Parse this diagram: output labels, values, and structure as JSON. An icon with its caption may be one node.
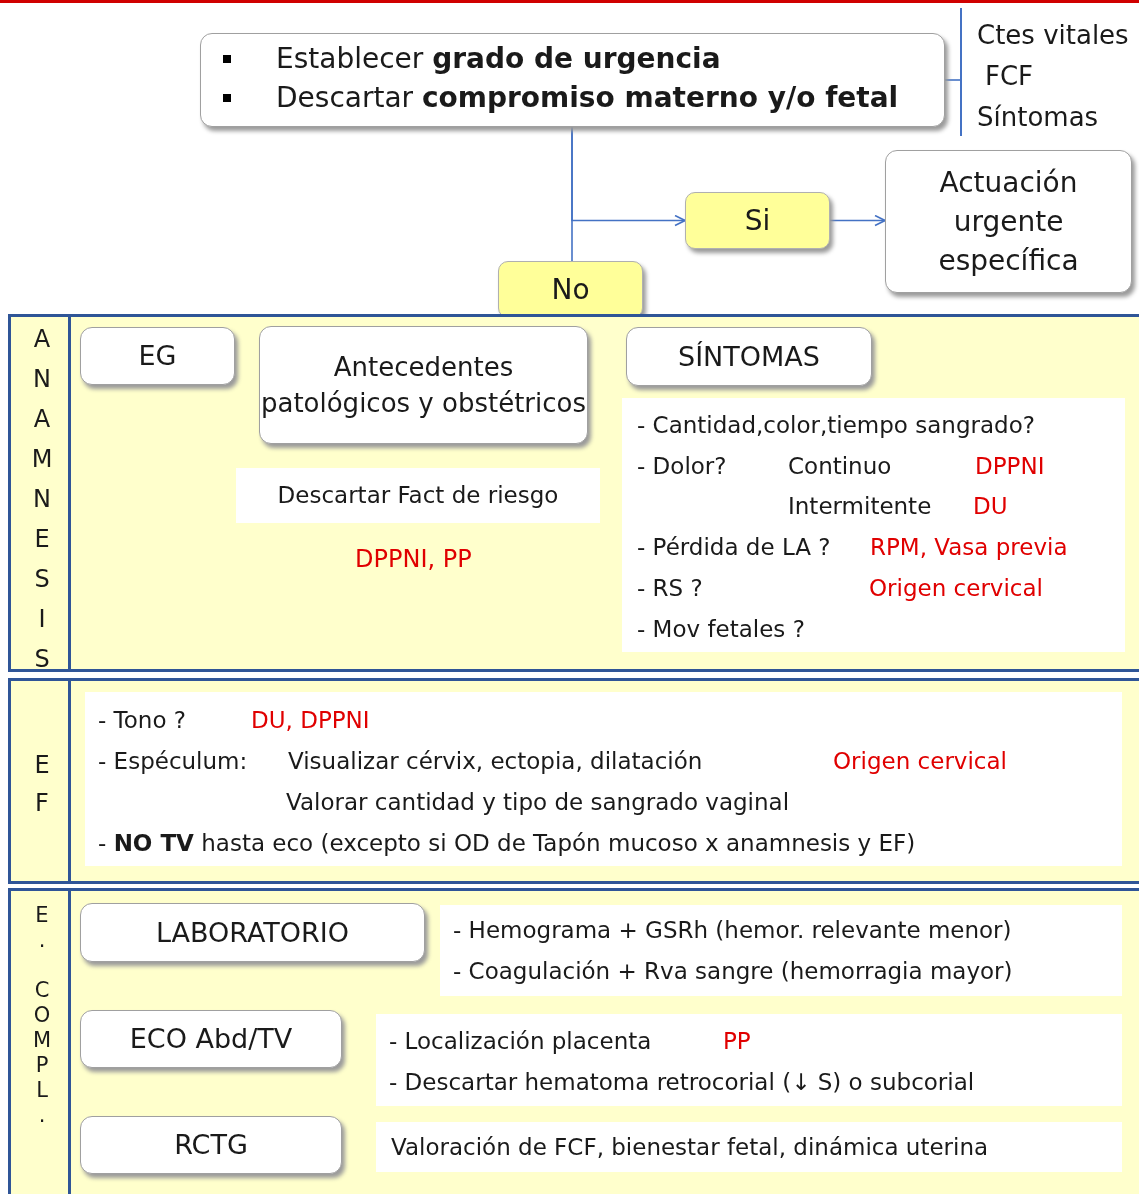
{
  "diagram": {
    "nodes": [
      {
        "text": [
          "Establecer **grado de urgencia**",
          "Descartar **compromiso materno y/o fetal**"
        ]
      },
      {
        "text": [
          "Ctes vitales",
          "FCF",
          "Síntomas"
        ]
      },
      {
        "text": [
          "Si"
        ]
      },
      {
        "text": [
          "Actuación urgente específica"
        ]
      },
      {
        "text": [
          "No"
        ]
      },
      {
        "text": [
          "ANAMNESIS"
        ]
      },
      {
        "text": [
          "EG"
        ],
        "in": 5
      },
      {
        "text": [
          "Antecedentes patológicos y obstétricos"
        ],
        "in": 5
      },
      {
        "text": [
          "SÍNTOMAS"
        ],
        "in": 5
      },
      {
        "text": [
          "Descartar Fact de riesgo"
        ],
        "in": 5
      },
      {
        "text": [
          "- Cantidad,color,tiempo sangrado?",
          "- Dolor?",
          "Continuo",
          "DPPNI",
          "Intermitente",
          "DU",
          "- Pérdida de LA ?",
          "RPM, Vasa previa",
          "- RS ?",
          "Origen cervical",
          "- Mov fetales ?"
        ],
        "in": 5
      },
      {
        "text": [
          "EF"
        ]
      },
      {
        "text": [
          "- Tono ?",
          "DU, DPPNI",
          "- Espéculum:",
          "Visualizar cérvix, ectopia, dilatación",
          "Origen cervical",
          "Valorar cantidad y tipo de sangrado vaginal",
          "- **NO TV** hasta eco (excepto si OD de Tapón mucoso x anamnesis y EF)"
        ],
        "in": 11
      },
      {
        "text": [
          "E. COMPL."
        ]
      },
      {
        "text": [
          "LABORATORIO"
        ],
        "in": 13
      },
      {
        "text": [
          "- Hemograma + GSRh (hemor. relevante menor)",
          "- Coagulación + Rva sangre (hemorragia mayor)"
        ],
        "in": 13
      },
      {
        "text": [
          "ECO Abd/TV"
        ],
        "in": 13
      },
      {
        "text": [
          "- Localización placenta",
          "PP",
          "- Descartar hematoma retrocorial (↓ S) o subcorial"
        ],
        "in": 13
      },
      {
        "text": [
          "RCTG"
        ],
        "in": 13
      },
      {
        "text": [
          "Valoración de FCF, bienestar fetal, dinámica uterina"
        ],
        "in": 13
      }
    ],
    "edges": [
      {
        "from": 0,
        "to": 2,
        "arrow": "to"
      },
      {
        "from": 2,
        "to": 3,
        "arrow": "to"
      },
      {
        "from": 0,
        "to": 4,
        "arrow": "none"
      },
      {
        "from": 0,
        "to": 1,
        "arrow": "none"
      }
    ],
    "labels": [
      "DPPNI, PP"
    ]
  }
}
